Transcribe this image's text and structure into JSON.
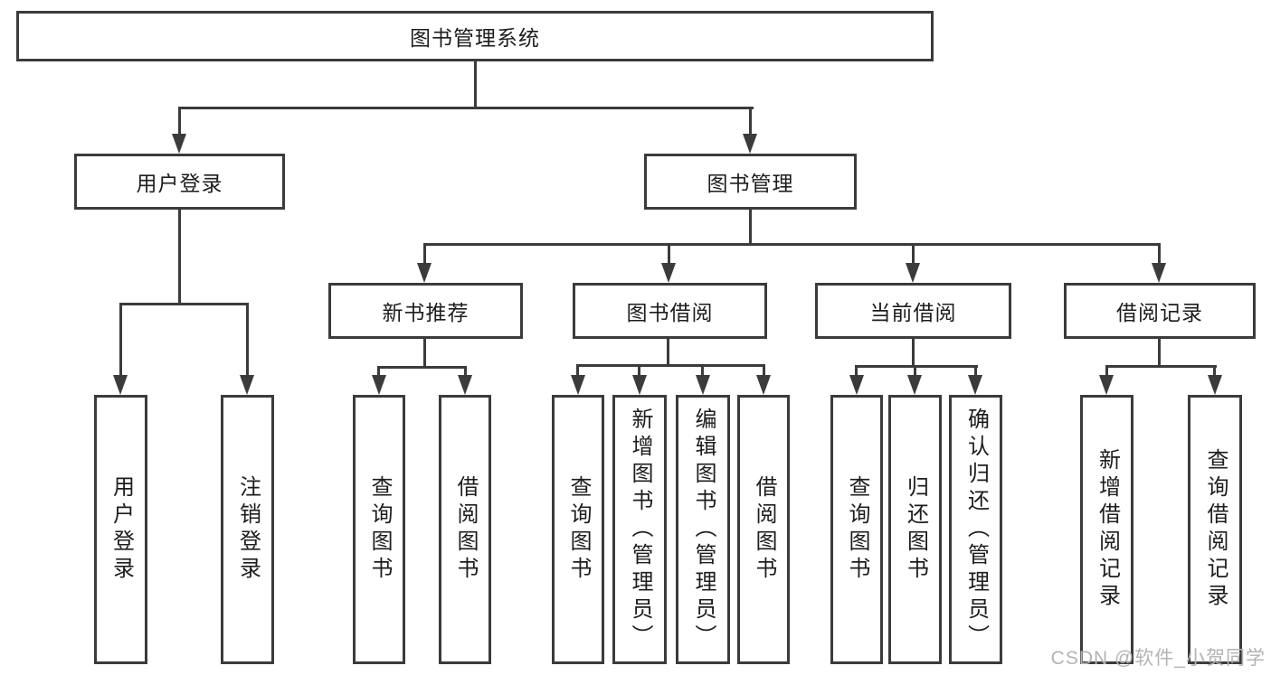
{
  "diagram": {
    "root": "图书管理系统",
    "level2": [
      "用户登录",
      "图书管理"
    ],
    "level3": [
      "新书推荐",
      "图书借阅",
      "当前借阅",
      "借阅记录"
    ],
    "user_login_children": [
      "用户登录",
      "注销登录"
    ],
    "new_book_children": [
      "查询图书",
      "借阅图书"
    ],
    "book_borrow_children": [
      "查询图书",
      "新增图书（管理员）",
      "编辑图书（管理员）",
      "借阅图书"
    ],
    "current_borrow_children": [
      "查询图书",
      "归还图书",
      "确认归还（管理员）"
    ],
    "borrow_record_children": [
      "新增借阅记录",
      "查询借阅记录"
    ]
  },
  "watermark": "CSDN @软件_小贺同学",
  "colors": {
    "line": "#3b3b3b",
    "text": "#1d1d1d",
    "watermark": "#b3b3b3",
    "background": "#ffffff"
  }
}
